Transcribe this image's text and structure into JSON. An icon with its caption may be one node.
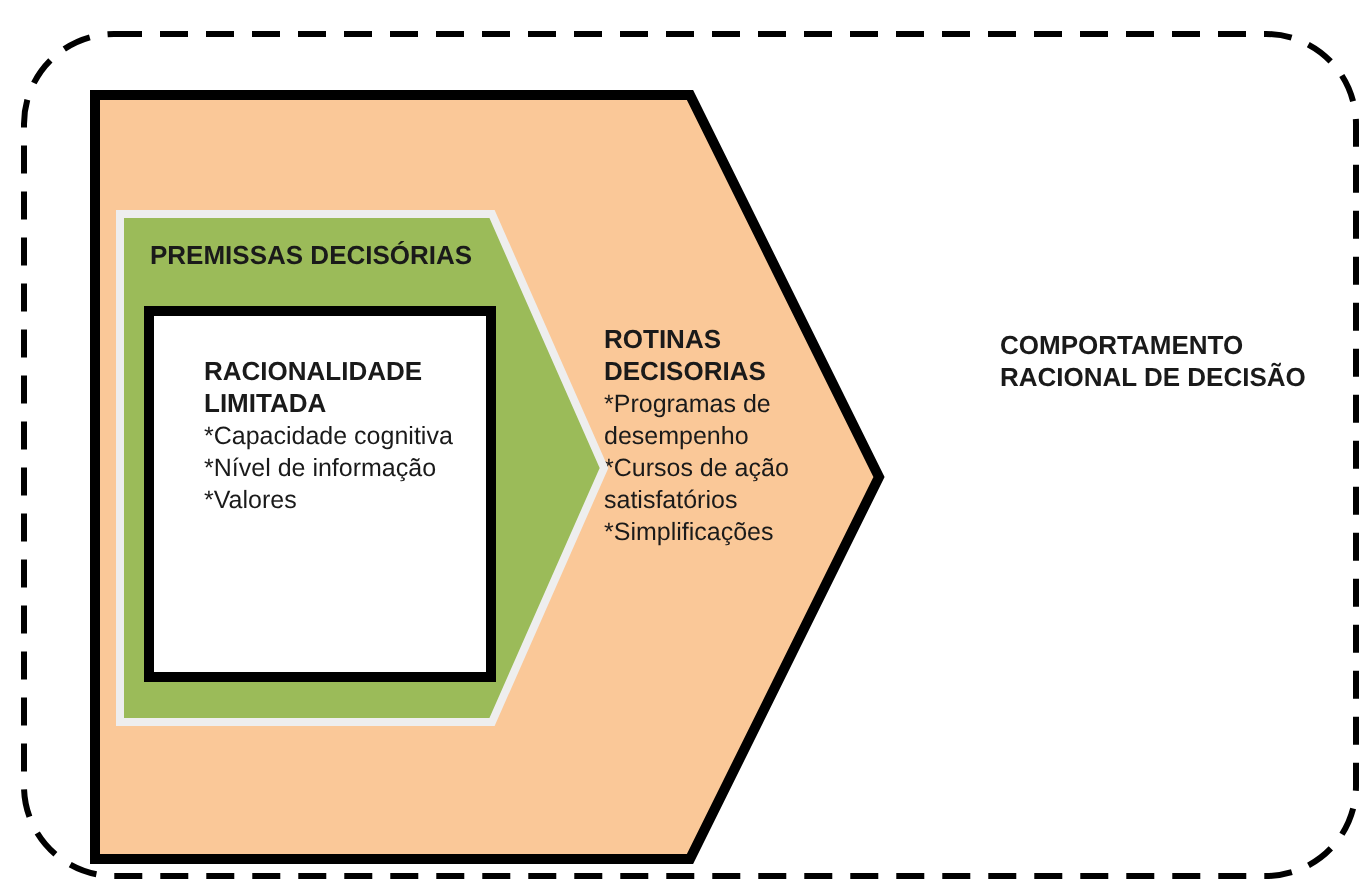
{
  "diagram": {
    "nodes": [
      {
        "text": [
          "COMPORTAMENTO RACIONAL DE DECISÃO"
        ]
      },
      {
        "text": [
          "ROTINAS DECISORIAS",
          "*Programas de desempenho",
          "*Cursos de ação satisfatórios",
          "*Simplificações"
        ],
        "in": 0
      },
      {
        "text": [
          "PREMISSAS DECISÓRIAS"
        ],
        "in": 1
      },
      {
        "text": [
          "RACIONALIDADE LIMITADA",
          "*Capacidade cognitiva",
          "*Nível de informação",
          "*Valores"
        ],
        "in": 2
      }
    ]
  }
}
